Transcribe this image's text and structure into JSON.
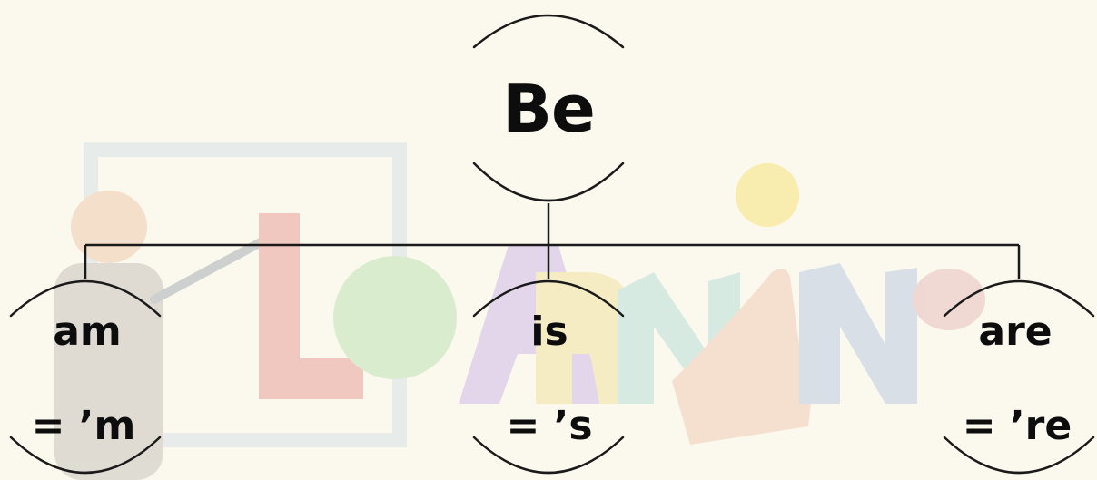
{
  "diagram": {
    "root": {
      "label": "Be"
    },
    "children": [
      {
        "label": "am",
        "contraction": "= ’m"
      },
      {
        "label": "is",
        "contraction": "= ’s"
      },
      {
        "label": "are",
        "contraction": "= ’re"
      }
    ],
    "watermark": {
      "text": "LEARNING"
    }
  },
  "colors": {
    "background": "#fbf9ee",
    "line": "#1a1a1a",
    "text": "#0d0d0d",
    "watermark_red": "#e8a3a0",
    "watermark_green": "#b9e0b0",
    "watermark_purple": "#cdb6e6",
    "watermark_yellow": "#f1e3a2",
    "watermark_teal": "#b7dcd8",
    "watermark_blue": "#b8c8e0",
    "watermark_frame": "#dfe8ec"
  }
}
